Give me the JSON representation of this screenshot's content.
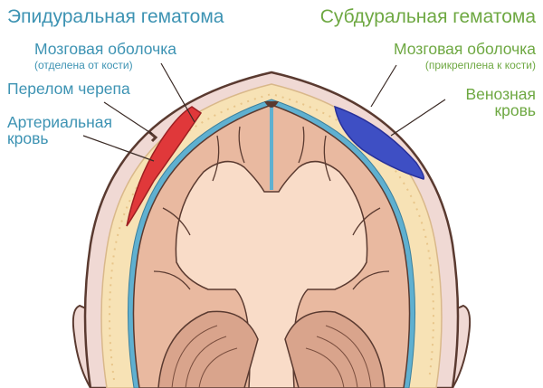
{
  "diagram": {
    "type": "anatomical cross-section of head (coronal)",
    "left_side": {
      "title": "Эпидуральная гематома",
      "labels": [
        {
          "main": "Мозговая оболочка",
          "sub": "(отделена от кости)"
        },
        {
          "main": "Перелом черепа"
        },
        {
          "main": "Артериальная",
          "line2": "кровь"
        }
      ]
    },
    "right_side": {
      "title": "Субдуральная гематома",
      "labels": [
        {
          "main": "Мозговая оболочка",
          "sub": "(прикреплена к кости)"
        },
        {
          "main": "Венозная",
          "line2": "кровь"
        }
      ]
    },
    "colors": {
      "left_text": "#3d93b3",
      "right_text": "#6ea842",
      "scalp": "#f0d9d4",
      "skull_bone": "#f7e2b5",
      "dura_line": "#5fb0d0",
      "brain_gray": "#e9b9a0",
      "brain_white": "#f9dcc8",
      "arterial_blood": "#e0383a",
      "venous_blood": "#3e4fc4",
      "outline": "#5a3a30"
    }
  }
}
